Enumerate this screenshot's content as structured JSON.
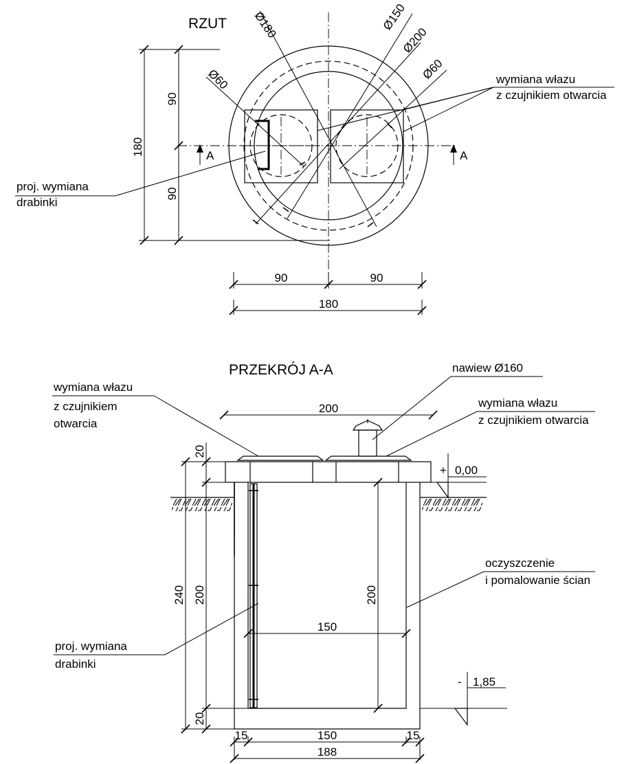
{
  "plan": {
    "title": "RZUT",
    "dia_180": "Ø180",
    "dia_150": "Ø150",
    "dia_200": "Ø200",
    "dia_60_left": "Ø60",
    "dia_60_right": "Ø60",
    "section_mark_left": "A",
    "section_mark_right": "A",
    "dim_vert_total": "180",
    "dim_vert_top": "90",
    "dim_vert_bottom": "90",
    "dim_horiz_left": "90",
    "dim_horiz_right": "90",
    "dim_horiz_total": "180",
    "note_hatch_line1": "wymiana włazu",
    "note_hatch_line2": "z czujnikiem otwarcia",
    "note_ladder_line1": "proj. wymiana",
    "note_ladder_line2": "drabinki"
  },
  "section": {
    "title": "PRZEKRÓJ A-A",
    "note_vent": "nawiew Ø160",
    "note_hatch_left_line1": "wymiana włazu",
    "note_hatch_left_line2": "z czujnikiem",
    "note_hatch_left_line3": "otwarcia",
    "note_hatch_right_line1": "wymiana włazu",
    "note_hatch_right_line2": "z czujnikiem otwarcia",
    "level_top": "0,00",
    "level_top_sign": "+",
    "level_bottom": "1,85",
    "level_bottom_sign": "-",
    "note_walls_line1": "oczyszczenie",
    "note_walls_line2": "i pomalowanie ścian",
    "note_ladder_line1": "proj. wymiana",
    "note_ladder_line2": "drabinki",
    "dim_lid_width": "200",
    "dim_slab": "20",
    "dim_total_height": "240",
    "dim_inner_height": "200",
    "dim_inner_height_right": "200",
    "dim_floor": "20",
    "dim_inner_width": "150",
    "dim_wall_left": "15",
    "dim_bottom_inner": "150",
    "dim_wall_right": "15",
    "dim_bottom_total": "188"
  }
}
